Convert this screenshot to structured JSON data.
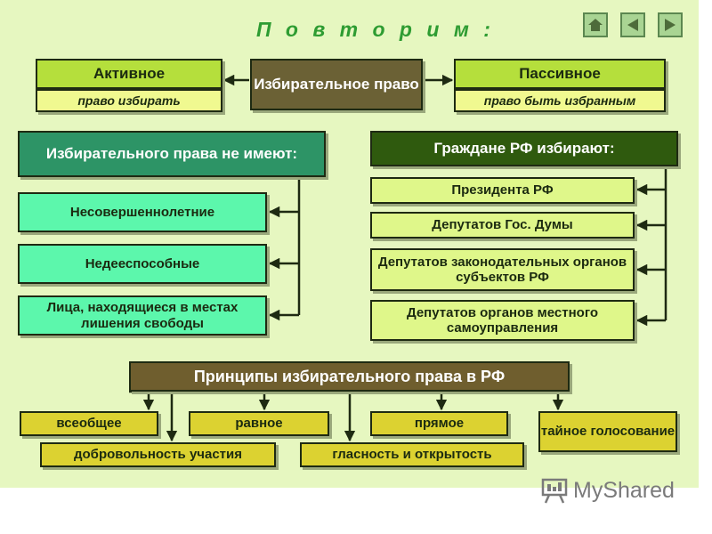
{
  "title": "П о в т о р и м :",
  "nav": {
    "home_icon": "home-icon",
    "prev_icon": "back-arrow-icon",
    "next_icon": "forward-arrow-icon"
  },
  "top": {
    "center": "Избирательное право",
    "active": {
      "label": "Активное",
      "desc": "право избирать"
    },
    "passive": {
      "label": "Пассивное",
      "desc": "право быть избранным"
    }
  },
  "left": {
    "header": "Избирательного права не имеют:",
    "items": [
      "Несовершеннолетние",
      "Недееспособные",
      "Лица, находящиеся в местах лишения свободы"
    ]
  },
  "right": {
    "header": "Граждане РФ избирают:",
    "items": [
      "Президента РФ",
      "Депутатов Гос. Думы",
      "Депутатов законодательных органов субъектов РФ",
      "Депутатов органов местного самоуправления"
    ]
  },
  "principles": {
    "header": "Принципы избирательного права в РФ",
    "items": [
      "всеобщее",
      "равное",
      "прямое",
      "тайное голосование",
      "добровольность участия",
      "гласность и открытость"
    ]
  },
  "logo": {
    "text": "MyShared"
  },
  "colors": {
    "background": "#e6f7c0",
    "title": "#2e9c32",
    "lines": "#1e2a12"
  }
}
